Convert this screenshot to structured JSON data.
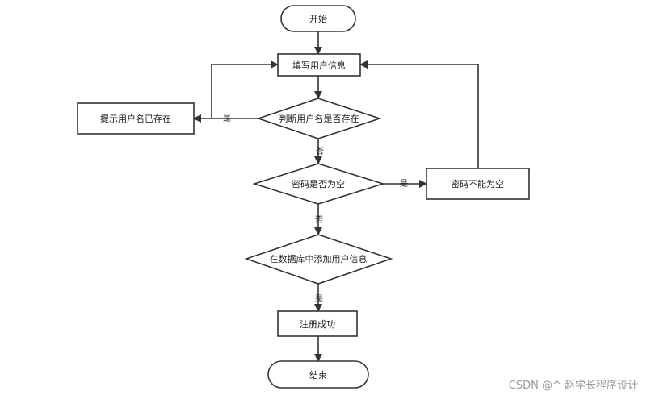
{
  "nodes": {
    "start": "开始",
    "fill_info": "填写用户信息",
    "check_username": "判断用户名是否存在",
    "username_exists_msg": "提示用户名已存在",
    "check_password": "密码是否为空",
    "password_empty_msg": "密码不能为空",
    "add_to_db": "在数据库中添加用户信息",
    "register_success": "注册成功",
    "end": "结束"
  },
  "edges": {
    "username_yes": "是",
    "username_no": "否",
    "password_yes": "是",
    "password_no": "否",
    "db_yes": "是"
  },
  "watermark": "CSDN @^ 赵学长程序设计"
}
